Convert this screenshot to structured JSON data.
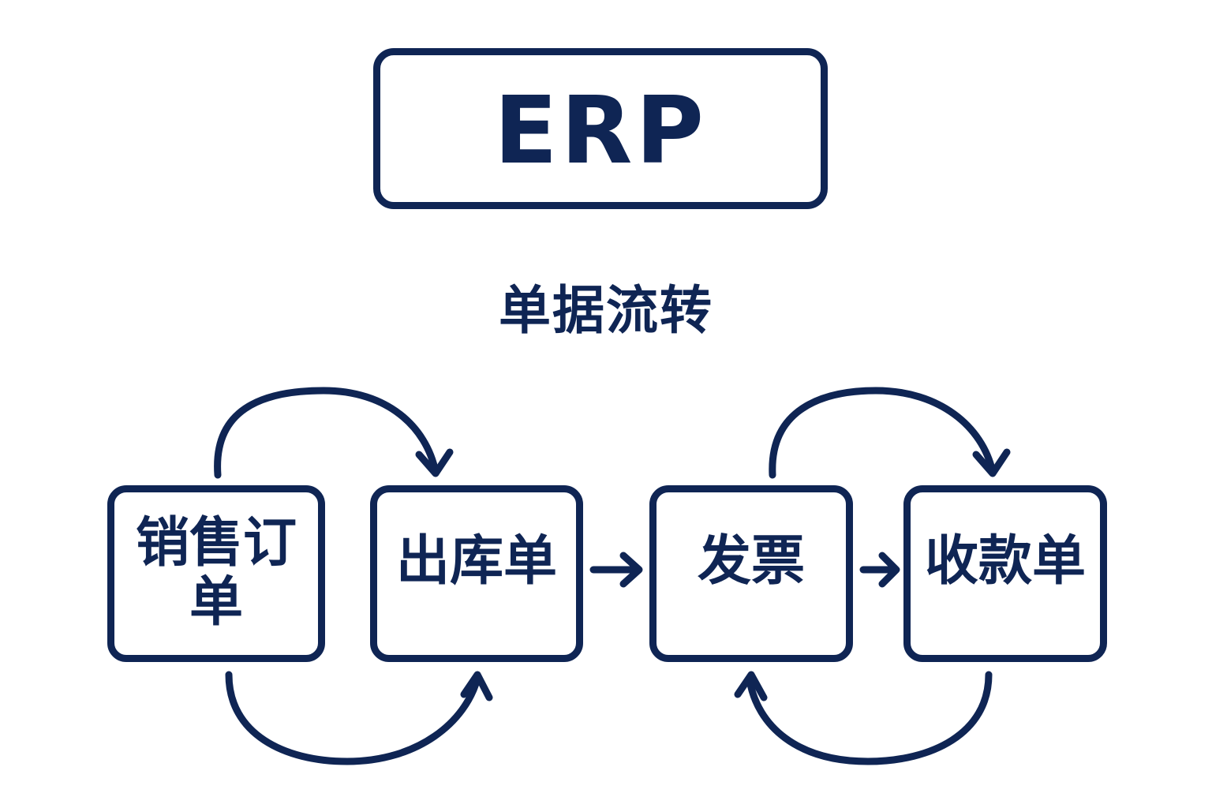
{
  "header": {
    "title": "ERP"
  },
  "subtitle": "单据流转",
  "nodes": [
    {
      "id": "sales-order",
      "label": "销售订单"
    },
    {
      "id": "outbound-order",
      "label": "出库单"
    },
    {
      "id": "invoice",
      "label": "发票"
    },
    {
      "id": "receipt",
      "label": "收款单"
    }
  ],
  "edges": [
    {
      "from": "销售订单",
      "to": "出库单",
      "style": "curved-top"
    },
    {
      "from": "销售订单",
      "to": "出库单",
      "style": "curved-bottom"
    },
    {
      "from": "出库单",
      "to": "发票",
      "style": "straight"
    },
    {
      "from": "发票",
      "to": "收款单",
      "style": "straight"
    },
    {
      "from": "发票",
      "to": "收款单",
      "style": "curved-top"
    },
    {
      "from": "收款单",
      "to": "发票",
      "style": "curved-bottom"
    }
  ],
  "colors": {
    "primary": "#0f2554",
    "background": "#ffffff"
  }
}
